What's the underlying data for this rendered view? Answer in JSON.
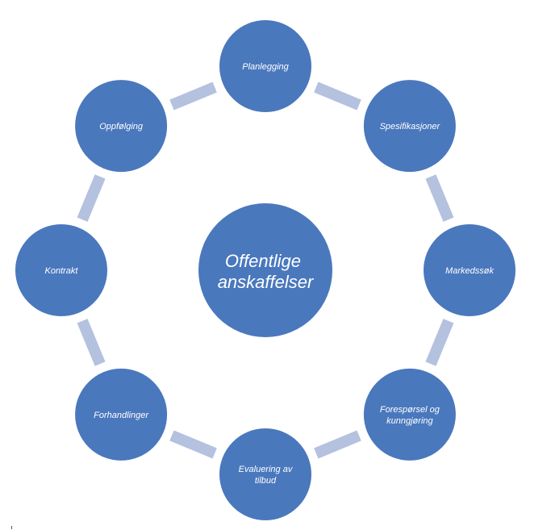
{
  "diagram": {
    "title": "",
    "center": {
      "label_lines": [
        "Offentlige",
        "anskaffelser"
      ]
    },
    "nodes": [
      {
        "id": "planlegging",
        "label_lines": [
          "Planlegging"
        ]
      },
      {
        "id": "spesifikasjoner",
        "label_lines": [
          "Spesifikasjoner"
        ]
      },
      {
        "id": "markedssok",
        "label_lines": [
          "Markedssøk"
        ]
      },
      {
        "id": "foresporsel",
        "label_lines": [
          "Forespørsel  og",
          "kunngjøring"
        ]
      },
      {
        "id": "evaluering",
        "label_lines": [
          "Evaluering  av",
          "tilbud"
        ]
      },
      {
        "id": "forhandlinger",
        "label_lines": [
          "Forhandlinger"
        ]
      },
      {
        "id": "kontrakt",
        "label_lines": [
          "Kontrakt"
        ]
      },
      {
        "id": "oppfolging",
        "label_lines": [
          "Oppfølging"
        ]
      }
    ],
    "colors": {
      "node_fill": "#4a78bd",
      "ring": "#b4c1df",
      "text": "#ffffff"
    }
  }
}
